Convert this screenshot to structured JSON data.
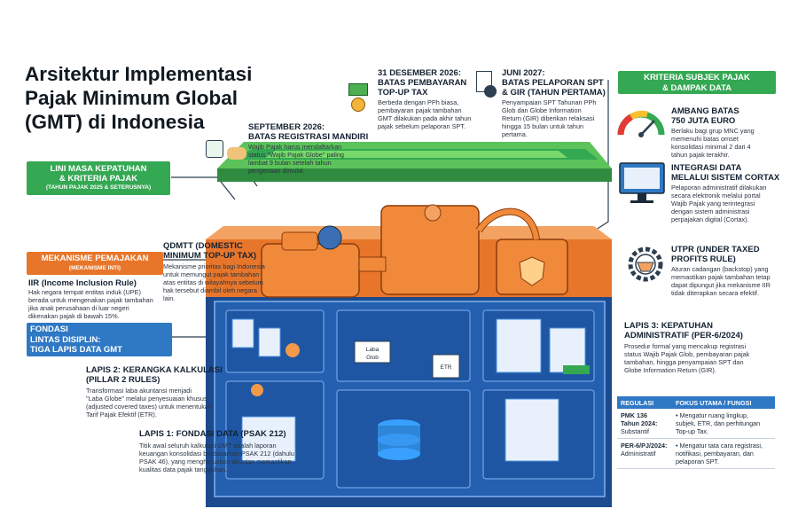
{
  "title": "Arsitektur Implementasi Pajak Minimum Global (GMT) di Indonesia",
  "timeline_banner": {
    "line1": "LINI MASA KEPATUHAN",
    "line2": "& KRITERIA PAJAK",
    "line3": "(TAHUN PAJAK 2025 & SETERUSNYA)"
  },
  "mechanism_banner": {
    "line1": "MEKANISME PEMAJAKAN",
    "line2": "(MEKANISME INTI)"
  },
  "foundation_banner": {
    "line1": "FONDASI",
    "line2": "LINTAS DISIPLIN:",
    "line3": "TIGA LAPIS DATA GMT"
  },
  "criteria_banner": {
    "line1": "KRITERIA SUBJEK PAJAK",
    "line2": "& DAMPAK DATA"
  },
  "milestones": {
    "sep2026": {
      "title_line1": "SEPTEMBER 2026:",
      "title_line2": "BATAS REGISTRASI MANDIRI",
      "body": [
        "Wajib Pajak harus mendaftarkan",
        "status \"Wajib Pajak Globe\" paling",
        "lambat 9 bulan setelah tahun",
        "pengenaan dimulai."
      ]
    },
    "dec2026": {
      "title_line1": "31 DESEMBER 2026:",
      "title_line2": "BATAS PEMBAYARAN",
      "title_line3": "TOP-UP TAX",
      "body": [
        "Berbeda dengan PPh biasa,",
        "pembayaran pajak tambahan",
        "GMT dilakukan pada akhir tahun",
        "pajak sebelum pelaporan SPT."
      ]
    },
    "jun2027": {
      "title_line1": "JUNI 2027:",
      "title_line2": "BATAS PELAPORAN SPT",
      "title_line3": "& GIR (TAHUN PERTAMA)",
      "body": [
        "Penyampaian SPT Tahunan PPh",
        "Glob dan Globe Information",
        "Return (GIR) diberikan relaksasi",
        "hingga 15 bulan untuk tahun",
        "pertama."
      ]
    }
  },
  "iir": {
    "title": "IIR (Income Inclusion Rule)",
    "body": [
      "Hak negara tempat entitas induk (UPE)",
      "berada untuk mengenakan pajak tambahan",
      "jika anak perusahaan di luar negeri",
      "dikenakan pajak di bawah 15%."
    ]
  },
  "qdmtt": {
    "title_line1": "QDMTT (DOMESTIC",
    "title_line2": "MINIMUM TOP-UP TAX)",
    "body": [
      "Mekanisme prioritas bagi Indonesia",
      "untuk memungut pajak tambahan",
      "atas entitas di wilayahnya sebelum",
      "hak tersebut diambil oleh negara",
      "lain."
    ]
  },
  "layer2": {
    "title_line1": "LAPIS 2: KERANGKA KALKULASI",
    "title_line2": "(PILLAR 2 RULES)",
    "body": [
      "Transformasi laba akuntansi menjadi",
      "\"Laba Globe\" melalui penyesuaian khusus",
      "(adjusted covered taxes) untuk menentukan",
      "Tarif Pajak Efektif (ETR)."
    ]
  },
  "layer1": {
    "title": "LAPIS 1: FONDASI DATA (PSAK 212)",
    "body": [
      "Titik awal seluruh kalkulasi GMT adalah laporan",
      "keuangan konsolidasi berdasarkan PSAK 212 (dahulu",
      "PSAK 46), yang mengharuskan akuntan memastikan",
      "kualitas data pajak tangguhan."
    ]
  },
  "threshold": {
    "title_line1": "AMBANG BATAS",
    "title_line2": "750 JUTA EURO",
    "body": [
      "Berlaku bagi grup MNC yang",
      "memenuhi batas omset",
      "konsolidasi minimal 2 dari 4",
      "tahun pajak terakhir."
    ]
  },
  "cortax": {
    "title_line1": "INTEGRASI DATA",
    "title_line2": "MELALUI SISTEM CORTAX",
    "body": [
      "Pelaporan administratif dilakukan",
      "secara elektronik melalui portal",
      "Wajib Pajak yang terintegrasi",
      "dengan sistem administrasi",
      "perpajakan digital (Cortax)."
    ]
  },
  "utpr": {
    "title_line1": "UTPR (UNDER TAXED",
    "title_line2": "PROFITS RULE)",
    "body": [
      "Aturan cadangan (backstop) yang",
      "memastikan pajak tambahan tetap",
      "dapat dipungut jika mekanisme IIR",
      "tidak diterapkan secara efektif."
    ]
  },
  "layer3": {
    "title_line1": "LAPIS 3: KEPATUHAN",
    "title_line2": "ADMINISTRATIF (PER-6/2024)",
    "body": [
      "Prosedur formal yang mencakup registrasi",
      "status Wajib Pajak Glob, pembayaran pajak",
      "tambahan, hingga penyampaian SPT dan",
      "Globe Information Return (GIR)."
    ]
  },
  "table": {
    "header_reg": "REGULASI",
    "header_focus": "FOKUS UTAMA / FUNGSI",
    "rows": [
      {
        "reg": [
          "PMK 136",
          "Tahun 2024:",
          "Substantif"
        ],
        "focus": [
          "• Mengatur ruang lingkup,",
          "subjek, ETR, dan perhitungan",
          "Top-up Tax."
        ]
      },
      {
        "reg": [
          "PER-6/PJ/2024:",
          "Administratif"
        ],
        "focus": [
          "• Mengatur tata cara registrasi,",
          "notifikasi, pembayaran, dan",
          "pelaporan SPT."
        ]
      }
    ]
  },
  "machine_labels": {
    "laba": "Laba",
    "glob": "Glob",
    "etr": "ETR"
  },
  "colors": {
    "green": "#34a853",
    "orange": "#e8762a",
    "blue": "#2f78c4",
    "dark": "#1f3a6b"
  }
}
